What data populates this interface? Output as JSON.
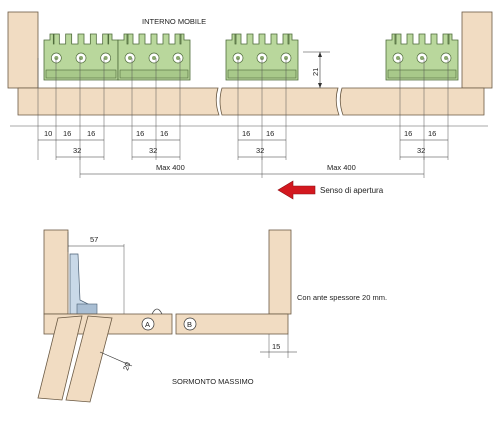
{
  "top_view": {
    "interior_label": "INTERNO MOBILE",
    "height_dim": "21",
    "pitch_labels": [
      "10",
      "16",
      "16",
      "16",
      "16",
      "16",
      "16",
      "16",
      "16"
    ],
    "group_labels": [
      "32",
      "32",
      "32",
      "32"
    ],
    "max_labels": [
      "Max 400",
      "Max 400"
    ],
    "opening_label": "Senso di apertura"
  },
  "side_view": {
    "overlay_dim": "57",
    "thickness_note": "Con ante spessore 20 mm.",
    "door_thickness_dim": "20",
    "edge_dim": "15",
    "marker_a": "A",
    "marker_b": "B",
    "caption": "SORMONTO MASSIMO"
  },
  "colors": {
    "wood": "#f1dcc2",
    "hinge": "#b9d79c",
    "arrow": "#d3181f"
  }
}
